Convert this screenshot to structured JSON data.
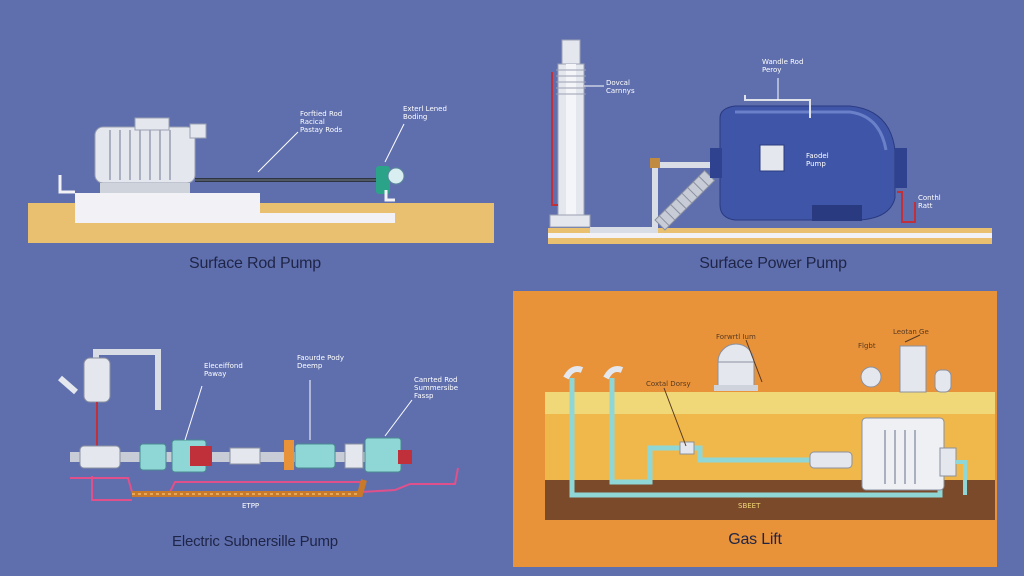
{
  "colors": {
    "background": "#5f6fae",
    "ground": "#e8c070",
    "gas_lift_bg": "#e8923a",
    "pipe_steel": "#d8dde6",
    "pipe_teal": "#8fd6d6",
    "wire_red": "#c0303a",
    "wire_pink": "#e0508a",
    "cable_orange": "#c87a2a",
    "tank_blue": "#3f55a8"
  },
  "panels": [
    {
      "id": "surface-rod-pump",
      "caption": "Surface Rod Pump",
      "callouts": [
        "Forftied Rod\nRacical\nPastay Rods",
        "Exterl Lened\nBoding"
      ]
    },
    {
      "id": "surface-power-pump",
      "caption": "Surface Power Pump",
      "callouts": [
        "Dovcal\nCarnnys",
        "Wandle Rod\nPeroy",
        "Faodel\nPump",
        "Conthl\nRatt"
      ]
    },
    {
      "id": "electric-submersible-pump",
      "caption": "Electric Subnersille Pump",
      "callouts": [
        "Eleceiffond\nPaway",
        "Faourde Pody\nDeemp",
        "Canrted Rod\nSummersibe\nFassp"
      ],
      "footer_label": "ETPP"
    },
    {
      "id": "gas-lift",
      "caption": "Gas Lift",
      "callouts": [
        "Forwrtl Ium",
        "Leotan Ge",
        "Flgbt",
        "Coxtal Dorsy"
      ],
      "footer_label": "SBEET"
    }
  ]
}
